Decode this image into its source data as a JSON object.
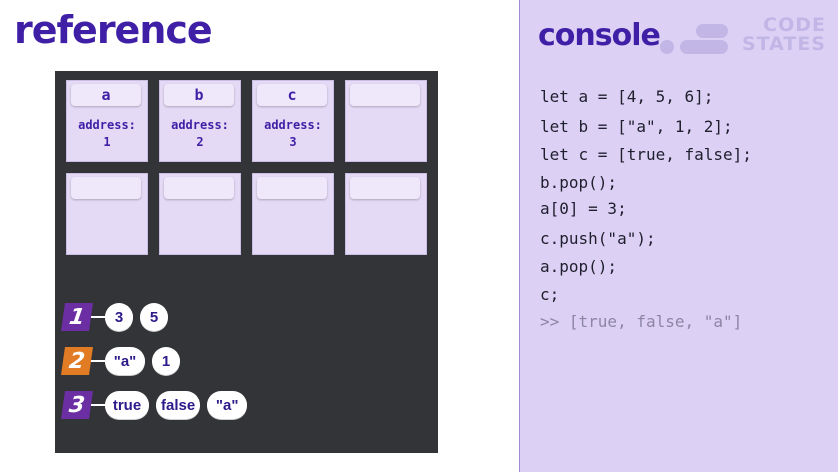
{
  "reference": {
    "title": "reference",
    "cells": [
      {
        "tab": "a",
        "address_label": "address:",
        "address_value": "1"
      },
      {
        "tab": "b",
        "address_label": "address:",
        "address_value": "2"
      },
      {
        "tab": "c",
        "address_label": "address:",
        "address_value": "3"
      },
      {
        "tab": "",
        "address_label": "",
        "address_value": ""
      },
      {
        "tab": "",
        "address_label": "",
        "address_value": ""
      },
      {
        "tab": "",
        "address_label": "",
        "address_value": ""
      },
      {
        "tab": "",
        "address_label": "",
        "address_value": ""
      },
      {
        "tab": "",
        "address_label": "",
        "address_value": ""
      }
    ],
    "heap": [
      {
        "badge": "1",
        "color": "#6b2fa3",
        "values": [
          "3",
          "5"
        ]
      },
      {
        "badge": "2",
        "color": "#e27c24",
        "values": [
          "\"a\"",
          "1"
        ]
      },
      {
        "badge": "3",
        "color": "#6b2fa3",
        "values": [
          "true",
          "false",
          "\"a\""
        ]
      }
    ]
  },
  "console": {
    "title": "console",
    "logo": {
      "line1": "CODE",
      "line2": "STATES"
    },
    "lines": [
      "let a = [4, 5, 6];",
      "let b = [\"a\", 1, 2];",
      "let c = [true, false];",
      "b.pop();",
      "a[0] = 3;",
      "c.push(\"a\");",
      "a.pop();",
      "c;"
    ],
    "output": ">> [true, false, \"a\"]"
  },
  "colors": {
    "accent": "#3f1fa6",
    "board": "#333438",
    "cell": "#e5daf6",
    "panel": "#dcd1f5",
    "badge_purple": "#6b2fa3",
    "badge_orange": "#e27c24"
  }
}
